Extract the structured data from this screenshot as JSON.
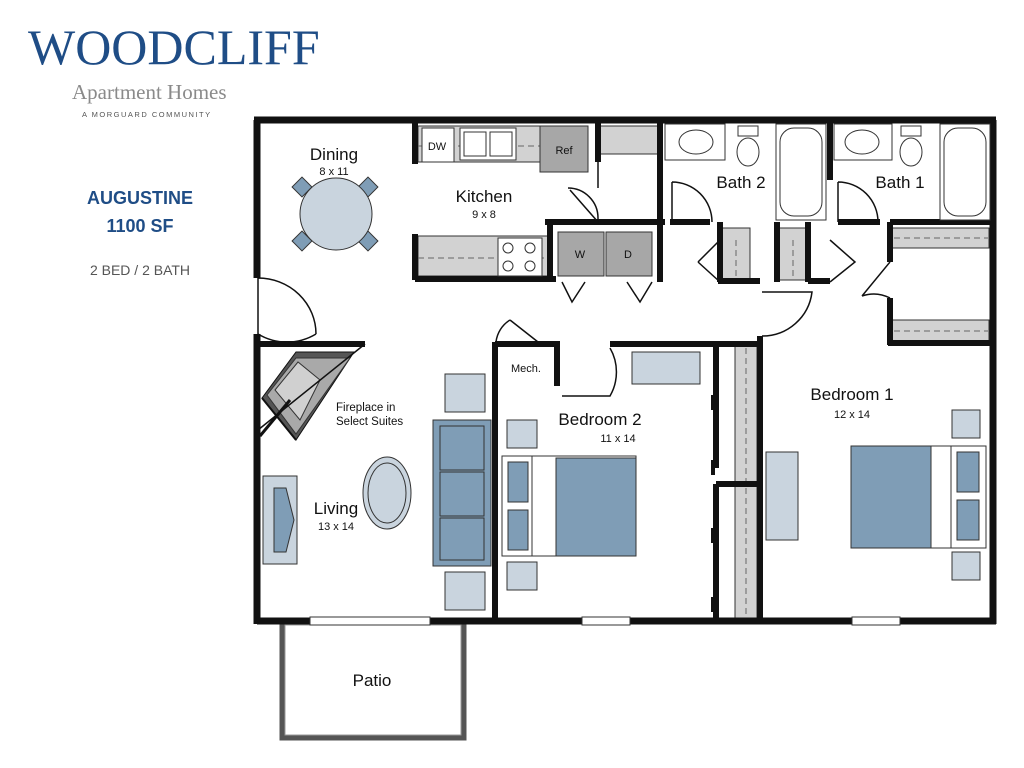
{
  "branding": {
    "name": "WOODCLIFF",
    "subtitle": "Apartment Homes",
    "tagline": "A MORGUARD COMMUNITY"
  },
  "plan": {
    "name": "AUGUSTINE",
    "area": "1100 SF",
    "beds_baths": "2 BED / 2 BATH"
  },
  "rooms": {
    "dining": {
      "name": "Dining",
      "size": "8 x 11"
    },
    "kitchen": {
      "name": "Kitchen",
      "size": "9 x 8"
    },
    "bath2": {
      "name": "Bath 2"
    },
    "bath1": {
      "name": "Bath 1"
    },
    "living": {
      "name": "Living",
      "size": "13 x 14"
    },
    "bedroom2": {
      "name": "Bedroom 2",
      "size": "11 x 14"
    },
    "bedroom1": {
      "name": "Bedroom 1",
      "size": "12 x 14"
    },
    "patio": {
      "name": "Patio"
    },
    "mech": {
      "name": "Mech."
    }
  },
  "appliances": {
    "dishwasher": "DW",
    "refrigerator": "Ref",
    "washer": "W",
    "dryer": "D"
  },
  "notes": {
    "fireplace_line1": "Fireplace in",
    "fireplace_line2": "Select Suites"
  },
  "colors": {
    "brand": "#1f4d86",
    "wall": "#111111",
    "furniture": "#7f9db6",
    "furniture_light": "#c9d4de",
    "fixture_gray": "#c8c8c8"
  }
}
